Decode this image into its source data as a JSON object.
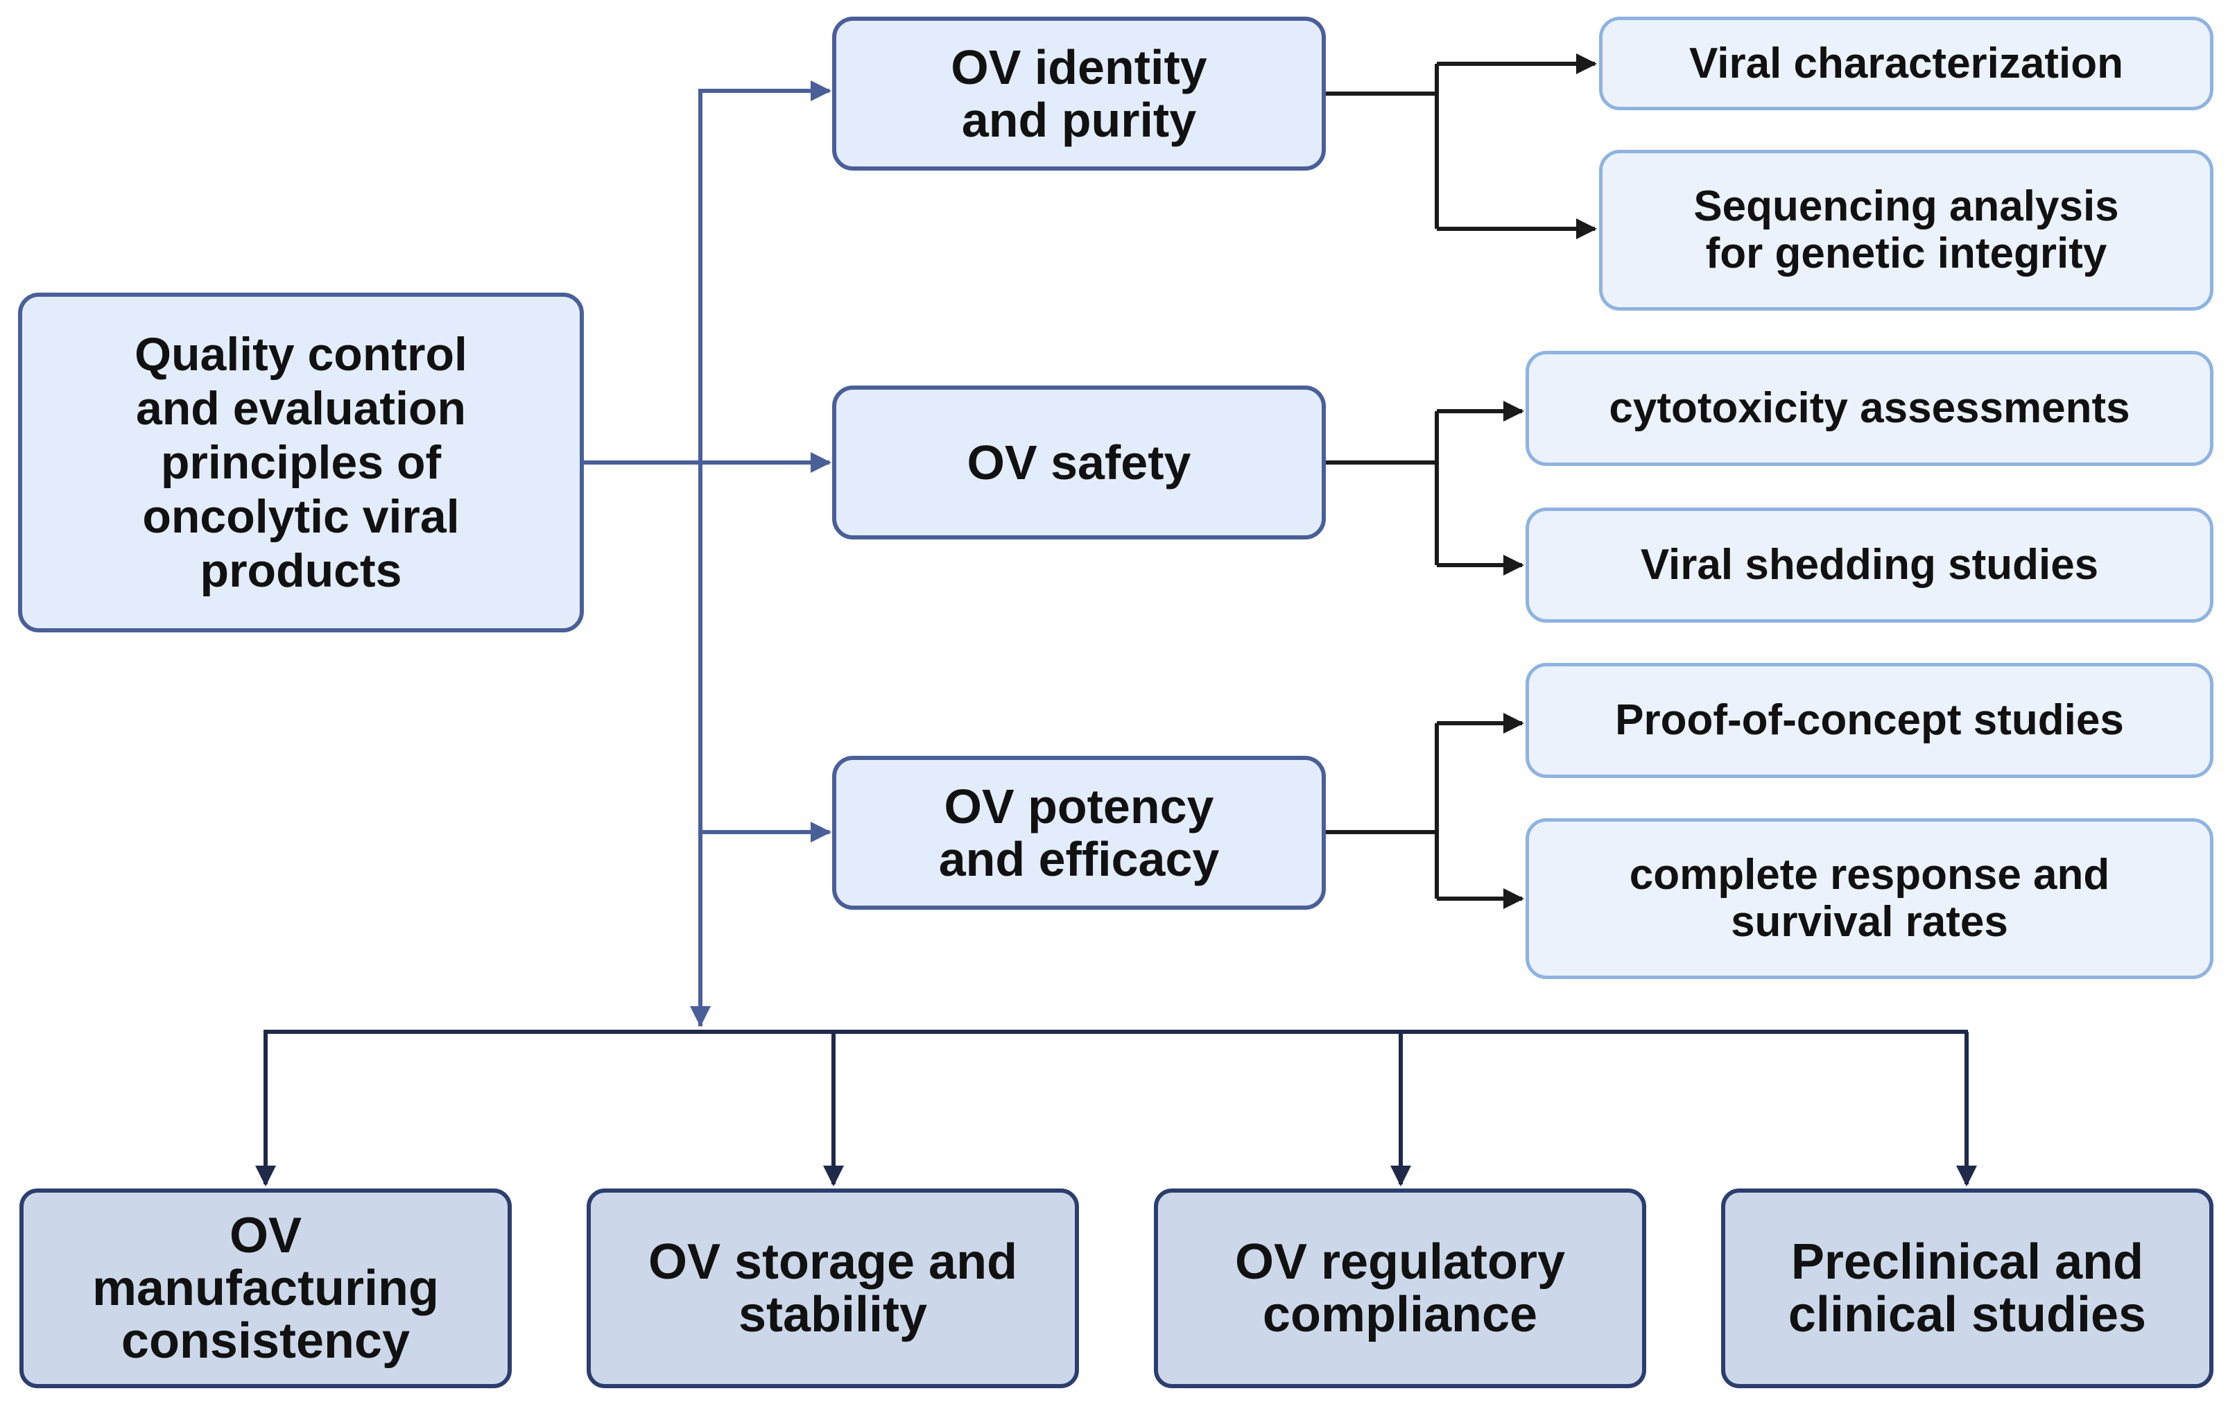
{
  "root": {
    "label": "Quality control\nand evaluation\nprinciples of\noncolytic viral\nproducts"
  },
  "branches": [
    {
      "label": "OV identity\nand purity",
      "leaves": [
        "Viral characterization",
        "Sequencing analysis\nfor genetic integrity"
      ]
    },
    {
      "label": "OV safety",
      "leaves": [
        "cytotoxicity assessments",
        "Viral shedding studies"
      ]
    },
    {
      "label": "OV potency\nand efficacy",
      "leaves": [
        "Proof-of-concept studies",
        "complete response and\nsurvival rates"
      ]
    }
  ],
  "bottom": [
    {
      "label": "OV\nmanufacturing\nconsistency"
    },
    {
      "label": "OV storage and\nstability"
    },
    {
      "label": "OV regulatory\ncompliance"
    },
    {
      "label": "Preclinical and\nclinical studies"
    }
  ],
  "colors": {
    "blue_connector": "#4a5f98",
    "dark_connector": "#1f2a4a",
    "leaf_connector": "#1a1a1a"
  }
}
